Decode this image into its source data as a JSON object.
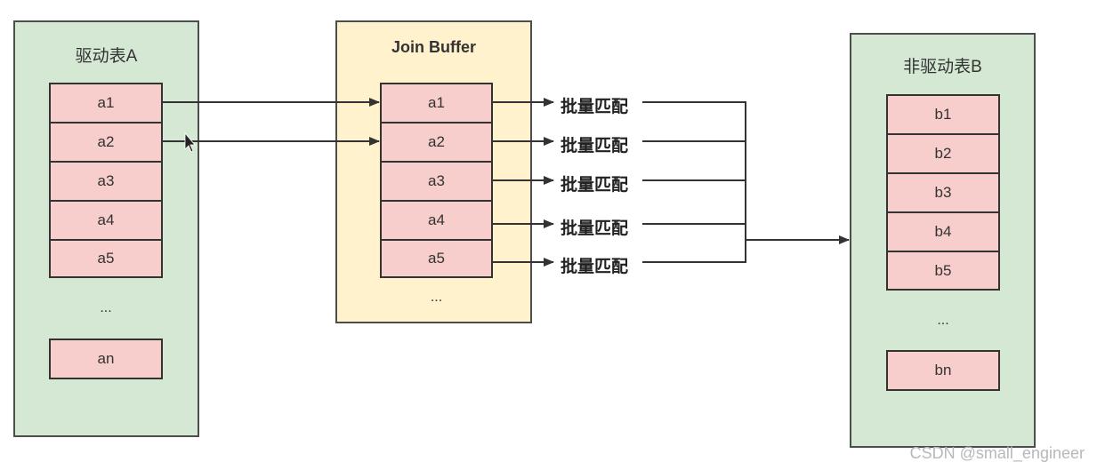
{
  "driving_table": {
    "title": "驱动表A",
    "rows": [
      "a1",
      "a2",
      "a3",
      "a4",
      "a5"
    ],
    "ellipsis": "...",
    "last": "an"
  },
  "join_buffer": {
    "title": "Join Buffer",
    "rows": [
      "a1",
      "a2",
      "a3",
      "a4",
      "a5"
    ],
    "ellipsis": "..."
  },
  "batch_labels": [
    "批量匹配",
    "批量匹配",
    "批量匹配",
    "批量匹配",
    "批量匹配"
  ],
  "driven_table": {
    "title": "非驱动表B",
    "rows": [
      "b1",
      "b2",
      "b3",
      "b4",
      "b5"
    ],
    "ellipsis": "...",
    "last": "bn"
  },
  "watermark": "CSDN @small_engineer",
  "colors": {
    "green_panel": "#d5e8d4",
    "yellow_panel": "#fff2cc",
    "pink_cell": "#f8cecc",
    "line": "#333333"
  }
}
